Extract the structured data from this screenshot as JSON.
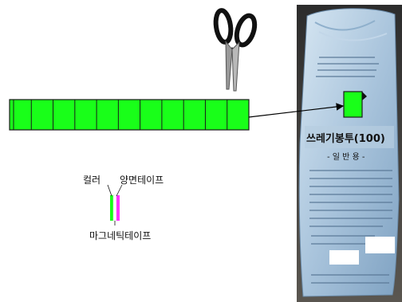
{
  "diagram": {
    "strip_segment_count": 11,
    "strip_color": "#19ff19",
    "label_color": "컬러",
    "label_tape_double": "양면테이프",
    "label_tape_magnetic": "마그네틱테이프",
    "bag_title": "쓰레기봉투(100)",
    "bag_subtitle": "- 일 반 용 -",
    "icons": [
      "scissors-icon",
      "bag-photo"
    ]
  }
}
